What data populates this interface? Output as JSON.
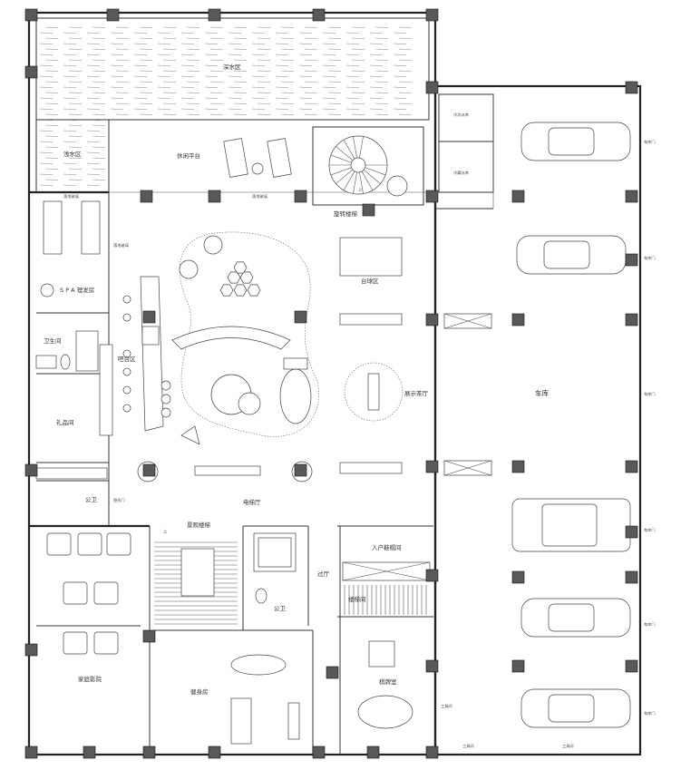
{
  "labels": {
    "deep_water": "深水区",
    "shallow_water": "浅水区",
    "lounge_deck": "休闲平台",
    "spiral_stair": "旋转楼梯",
    "cold_freezer": "冷冻冰库",
    "cold_storage": "冷藏冰库",
    "spa": "S P A  理发房",
    "restroom": "卫生间",
    "bar_area": "吧台区",
    "gift_room": "礼品间",
    "billiards": "台球区",
    "exhibition": "展示茶厅",
    "garage": "车库",
    "public_wc_left": "公卫",
    "elevator_hall": "电梯厅",
    "feature_stair": "景观楼梯",
    "entry_closet": "入户鞋帽间",
    "hallway": "过厅",
    "stair_room": "楼梯间",
    "public_wc_mid": "公卫",
    "chess_room": "棋牌室",
    "home_theater": "家庭影院",
    "gym": "健身房",
    "up_mark": "上"
  },
  "notes": {
    "glass_door_1": "落地玻璃",
    "glass_door_2": "落地玻璃",
    "glass_door_3": "落地玻璃",
    "flush_door": "隐形门",
    "garage_door_1": "车库门",
    "garage_door_2": "车库门",
    "garage_door_3": "车库门",
    "garage_door_4": "车库门",
    "garage_door_5": "车库门",
    "garage_door_6": "车库门",
    "tool_room_1": "工具间",
    "tool_room_2": "工具间",
    "tool_room_3": "工具间"
  },
  "colors": {
    "wall": "#222222",
    "column": "#595959",
    "background": "#ffffff"
  }
}
